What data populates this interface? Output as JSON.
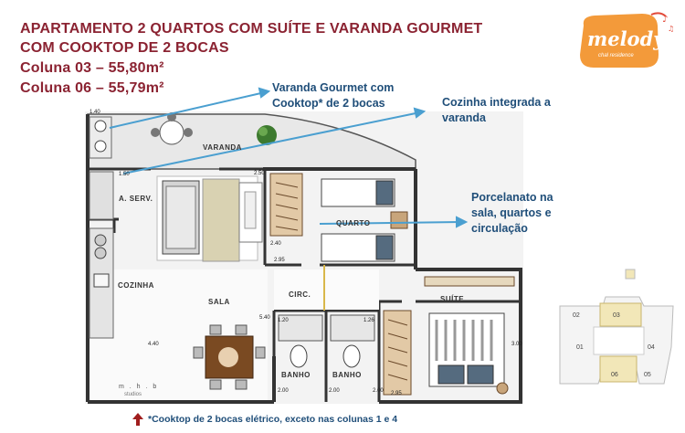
{
  "header": {
    "line1": "APARTAMENTO 2 QUARTOS COM SUÍTE E VARANDA GOURMET",
    "line2": "COM COOKTOP DE 2 BOCAS",
    "line3": "Coluna 03 – 55,80m²",
    "line4": "Coluna 06 – 55,79m²"
  },
  "logo": {
    "text": "melody",
    "subtext": "chal residence",
    "color": "#f39a3a"
  },
  "callouts": {
    "varanda_1": "Varanda Gourmet com",
    "varanda_2": "Cooktop* de 2 bocas",
    "cozinha_1": "Cozinha integrada a",
    "cozinha_2": "varanda",
    "porcelanato_1": "Porcelanato na",
    "porcelanato_2": "sala, quartos e",
    "porcelanato_3": "circulação"
  },
  "rooms": {
    "varanda": "VARANDA",
    "aserv": "A. SERV.",
    "cozinha": "COZINHA",
    "quarto": "QUARTO",
    "sala": "SALA",
    "circ": "CIRC.",
    "suite": "SUÍTE",
    "banho1": "BANHO",
    "banho2": "BANHO"
  },
  "dims": {
    "d1": "1.40",
    "d2": "1.50",
    "d3": "2.50",
    "d4": "2.40",
    "d5": "2.95",
    "d6": "5.40",
    "d7": "1.20",
    "d8": "1.26",
    "d9": "4.40",
    "d10": "2.00",
    "d11": "2.00",
    "d12": "2.00",
    "d13": "2.95",
    "d14": "3.00"
  },
  "studio": {
    "line1": "m . h . b",
    "line2": "studios"
  },
  "key_plan": {
    "units": [
      "02",
      "03",
      "01",
      "04",
      "06",
      "05"
    ],
    "highlight": "#f2e7b8"
  },
  "footnote": "*Cooktop de 2 bocas elétrico, exceto nas colunas 1 e 4",
  "colors": {
    "title": "#8b2332",
    "callout": "#1f4e79",
    "arrow": "#4a9fd0",
    "footnote_arrow": "#a01e1e"
  }
}
